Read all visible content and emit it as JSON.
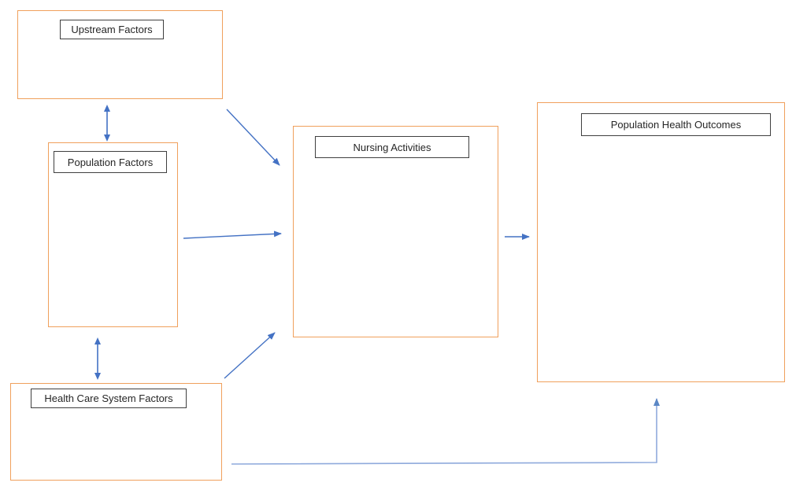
{
  "diagram": {
    "nodes": [
      {
        "id": "upstream",
        "label": "Upstream Factors"
      },
      {
        "id": "population",
        "label": "Population Factors"
      },
      {
        "id": "health-care-system",
        "label": "Health Care System Factors"
      },
      {
        "id": "nursing",
        "label": "Nursing Activities"
      },
      {
        "id": "outcomes",
        "label": "Population Health Outcomes"
      }
    ],
    "edges": [
      {
        "from": "upstream",
        "to": "population",
        "direction": "bidirectional",
        "style": "straight"
      },
      {
        "from": "population",
        "to": "health-care-system",
        "direction": "bidirectional",
        "style": "straight"
      },
      {
        "from": "upstream",
        "to": "nursing",
        "direction": "one-way",
        "style": "diagonal"
      },
      {
        "from": "population",
        "to": "nursing",
        "direction": "one-way",
        "style": "straight"
      },
      {
        "from": "health-care-system",
        "to": "nursing",
        "direction": "one-way",
        "style": "diagonal"
      },
      {
        "from": "nursing",
        "to": "outcomes",
        "direction": "one-way",
        "style": "straight"
      },
      {
        "from": "health-care-system",
        "to": "outcomes",
        "direction": "one-way",
        "style": "elbow"
      }
    ],
    "colors": {
      "box_border": "#F0A05C",
      "label_border": "#3F3F3F",
      "arrow": "#4472C4",
      "elbow_line": "#8FAADC",
      "text": "#262626",
      "background": "#FFFFFF"
    }
  }
}
